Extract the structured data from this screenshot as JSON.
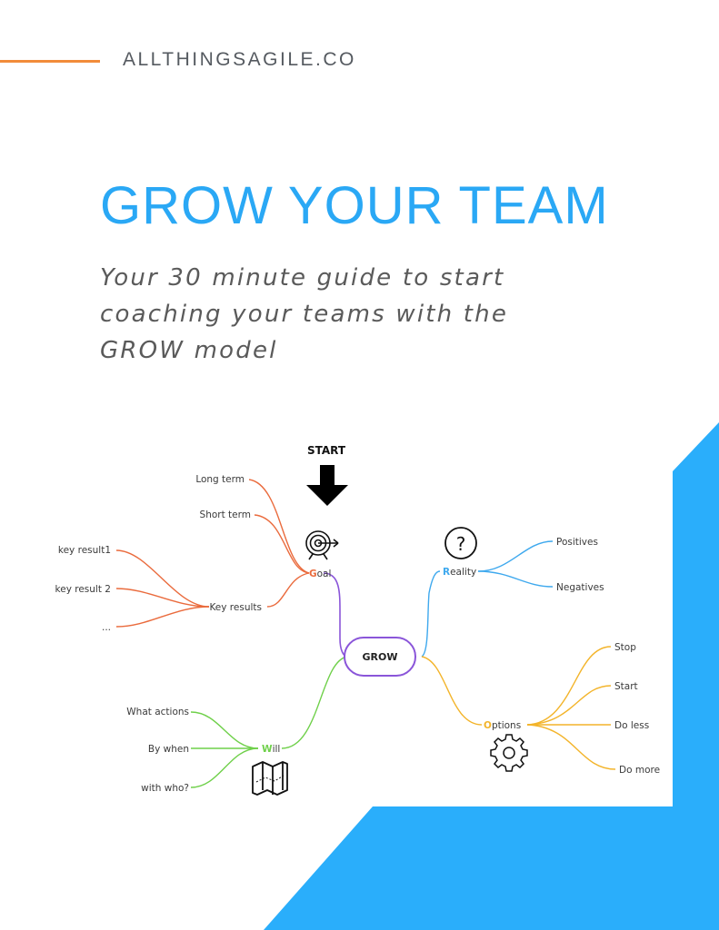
{
  "brand": "ALLTHINGSAGILE.CO",
  "title": "GROW YOUR TEAM",
  "subtitle": "Your 30 minute guide to start coaching your teams with the GROW model",
  "colors": {
    "accent_orange": "#f28c3a",
    "title_blue": "#2aa8f5",
    "goal": "#ea6b3d",
    "reality": "#3fa9ee",
    "options": "#f3b42a",
    "will": "#6fd04a",
    "center": "#8a55d9"
  },
  "mindmap": {
    "start_label": "START",
    "center": "GROW",
    "goal": {
      "initial": "G",
      "rest": "oal",
      "icon": "target-icon",
      "branches": [
        "Long term",
        "Short term",
        "Key results"
      ],
      "key_results": [
        "key result1",
        "key result 2",
        "..."
      ]
    },
    "reality": {
      "initial": "R",
      "rest": "eality",
      "icon": "question-mark-icon",
      "branches": [
        "Positives",
        "Negatives"
      ]
    },
    "options": {
      "initial": "O",
      "rest": "ptions",
      "icon": "gear-icon",
      "branches": [
        "Stop",
        "Start",
        "Do less",
        "Do more"
      ]
    },
    "will": {
      "initial": "W",
      "rest": "ill",
      "icon": "map-icon",
      "branches": [
        "What actions",
        "By when",
        "with who?"
      ]
    }
  }
}
